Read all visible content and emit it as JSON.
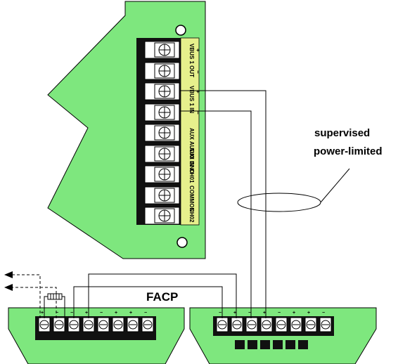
{
  "module": {
    "terminals": [
      {
        "label": "VBUS 1 OUT",
        "polarity": "+"
      },
      {
        "label": "",
        "polarity": "−"
      },
      {
        "label": "VBUS 1 IN",
        "polarity": "+"
      },
      {
        "label": "",
        "polarity": "−"
      },
      {
        "label": "AUX AUDIO IN",
        "polarity": ""
      },
      {
        "label": "AUX GND",
        "polarity": ""
      },
      {
        "label": "CH01",
        "polarity": ""
      },
      {
        "label": "COMMON",
        "polarity": ""
      },
      {
        "label": "CH02",
        "polarity": ""
      }
    ]
  },
  "callout": {
    "line1": "supervised",
    "line2": "power-limited"
  },
  "facp": {
    "label": "FACP",
    "left_board_labels": [
      "+",
      "−",
      "−",
      "+",
      "−",
      "+",
      "+",
      "−"
    ],
    "right_board_labels": [
      "−",
      "+",
      "−",
      "+",
      "−",
      "+",
      "+",
      "−"
    ]
  },
  "colors": {
    "board": "#7ee77e",
    "terminal_block": "#111111",
    "strip": "#e6f08c",
    "wire": "#000000"
  }
}
